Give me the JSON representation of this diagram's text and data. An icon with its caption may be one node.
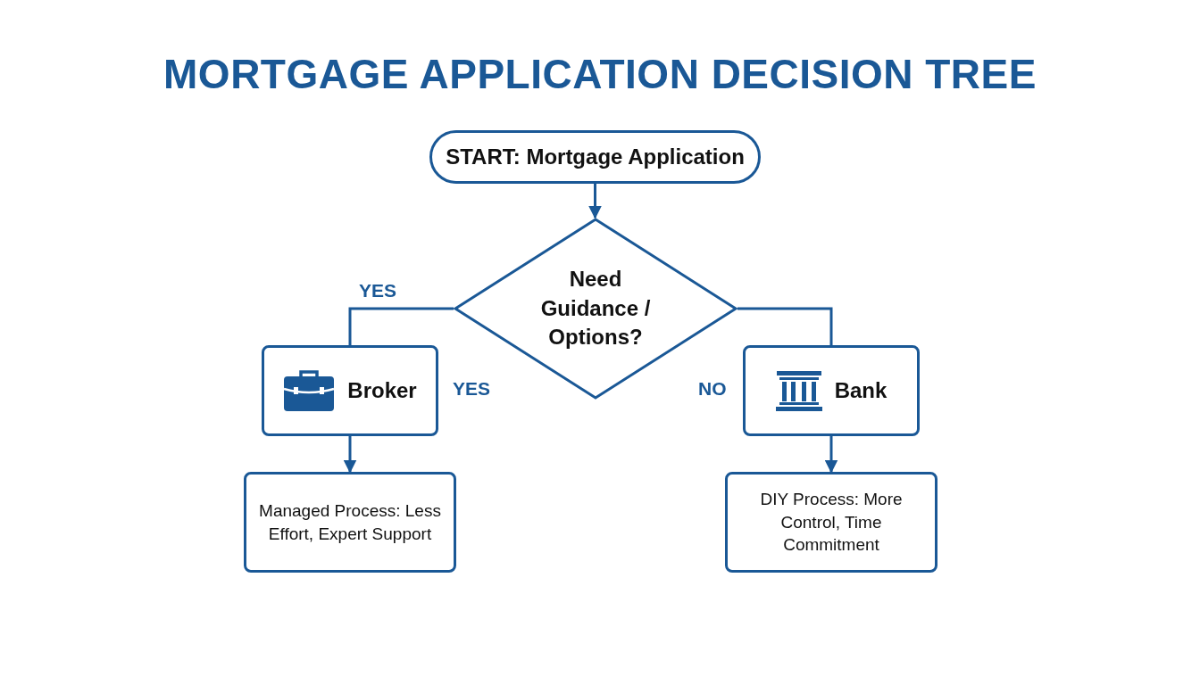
{
  "diagram": {
    "title": "MORTGAGE APPLICATION DECISION TREE",
    "nodes": [
      {
        "text": [
          "START: Mortgage Application"
        ]
      },
      {
        "text": [
          "Need Guidance / Options?"
        ]
      },
      {
        "text": [
          "Broker"
        ]
      },
      {
        "text": [
          "Bank"
        ]
      },
      {
        "text": [
          "Managed Process: Less Effort, Expert Support"
        ]
      },
      {
        "text": [
          "DIY Process: More Control, Time Commitment"
        ]
      }
    ],
    "edges": [
      {
        "from": 0,
        "to": 1,
        "arrow": "to"
      },
      {
        "from": 1,
        "to": 2,
        "arrow": "none",
        "label": "YES"
      },
      {
        "from": 1,
        "to": 3,
        "arrow": "none"
      },
      {
        "from": 2,
        "to": 4,
        "arrow": "to"
      },
      {
        "from": 3,
        "to": 5,
        "arrow": "to"
      }
    ],
    "labels": [
      "YES",
      "NO"
    ]
  }
}
